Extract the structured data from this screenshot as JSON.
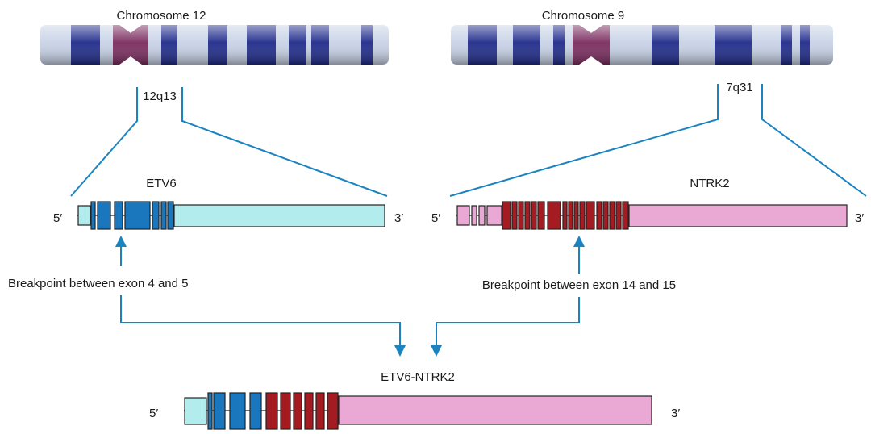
{
  "chromosomes": [
    {
      "id": "chr12",
      "label": "Chromosome 12",
      "locus": "12q13"
    },
    {
      "id": "chr9",
      "label": "Chromosome 9",
      "locus": "7q31"
    }
  ],
  "genes": {
    "etv6": {
      "label": "ETV6",
      "five_prime": "5′",
      "three_prime": "3′"
    },
    "ntrk2": {
      "label": "NTRK2",
      "five_prime": "5′",
      "three_prime": "3′"
    },
    "fusion": {
      "label": "ETV6-NTRK2",
      "five_prime": "5′",
      "three_prime": "3′"
    }
  },
  "breakpoints": {
    "etv6": "Breakpoint between exon 4 and 5",
    "ntrk2": "Breakpoint between exon 14 and 15"
  },
  "colors": {
    "accent_arrow": "#1b84c0",
    "etv6_exon": "#1b77bd",
    "etv6_utr": "#b3ecec",
    "ntrk2_exon": "#a41c22",
    "ntrk2_utr": "#eaa9d4",
    "band_dark": "#1e2a8a",
    "band_light": "#c7d2e6",
    "centromere": "#7a2b5e"
  }
}
